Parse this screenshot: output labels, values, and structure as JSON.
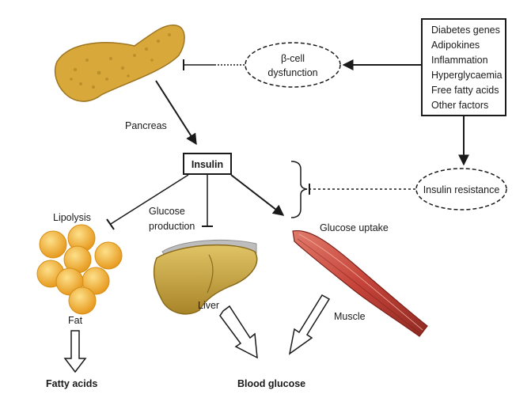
{
  "factors": {
    "items": [
      "Diabetes genes",
      "Adipokines",
      "Inflammation",
      "Hyperglycaemia",
      "Free fatty acids",
      "Other factors"
    ]
  },
  "beta_cell": {
    "line1": "β-cell",
    "line2": "dysfunction"
  },
  "insulin_resistance": "Insulin resistance",
  "pancreas": "Pancreas",
  "insulin": "Insulin",
  "lipolysis": "Lipolysis",
  "glucose_production": {
    "line1": "Glucose",
    "line2": "production"
  },
  "glucose_uptake": "Glucose uptake",
  "fat": "Fat",
  "liver": "Liver",
  "muscle": "Muscle",
  "fatty_acids": "Fatty acids",
  "blood_glucose": "Blood glucose",
  "colors": {
    "pancreas": "#d8a93a",
    "fat": "#f3b13a",
    "liver": "#c9a53f",
    "muscle": "#c6443a",
    "line": "#1a1a1a"
  }
}
